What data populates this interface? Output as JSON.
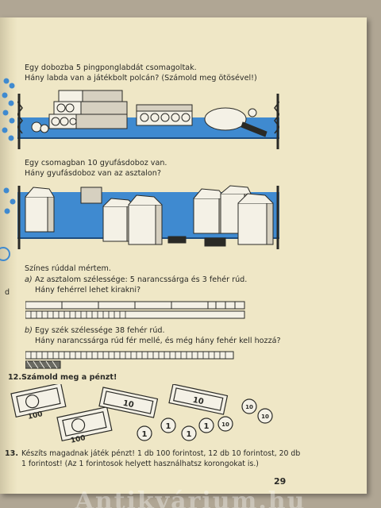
{
  "problem_1": {
    "line1": "Egy dobozba 5 pingponglabdát csomagoltak.",
    "line2": "Hány labda van a játékbolt polcán? (Számold meg ötösével!)"
  },
  "problem_2": {
    "line1": "Egy csomagban 10 gyufásdoboz van.",
    "line2": "Hány gyufásdoboz van az asztalon?"
  },
  "problem_3": {
    "intro": "Színes rúddal mértem.",
    "a_label": "a)",
    "a_line1": "Az asztalom szélessége: 5 narancssárga és 3 fehér rúd.",
    "a_line2": "Hány fehérrel lehet kirakni?",
    "b_label": "b)",
    "b_line1": "Egy szék szélessége 38 fehér rúd.",
    "b_line2": "Hány narancssárga rúd fér mellé, és még hány fehér kell hozzá?"
  },
  "problem_12": {
    "number": "12.",
    "text": "Számold meg a pénzt!"
  },
  "money": {
    "note_large": "100",
    "note_medium": "10",
    "coin_ten": "10",
    "coin_one": "1"
  },
  "problem_13": {
    "number": "13.",
    "line1": "Készíts magadnak játék pénzt! 1 db 100 forintost, 12 db 10 forintost, 20 db",
    "line2": "1 forintost! (Az 1 forintosok helyett használhatsz korongokat is.)"
  },
  "margin_fragments": {
    "d": "d"
  },
  "page_number": "29",
  "watermark": "Antikvárium.hu",
  "colors": {
    "paper": "#efe7c6",
    "shelf_blue": "#3f8ad0",
    "ink": "#2a2a26",
    "background": "#b0a694"
  }
}
